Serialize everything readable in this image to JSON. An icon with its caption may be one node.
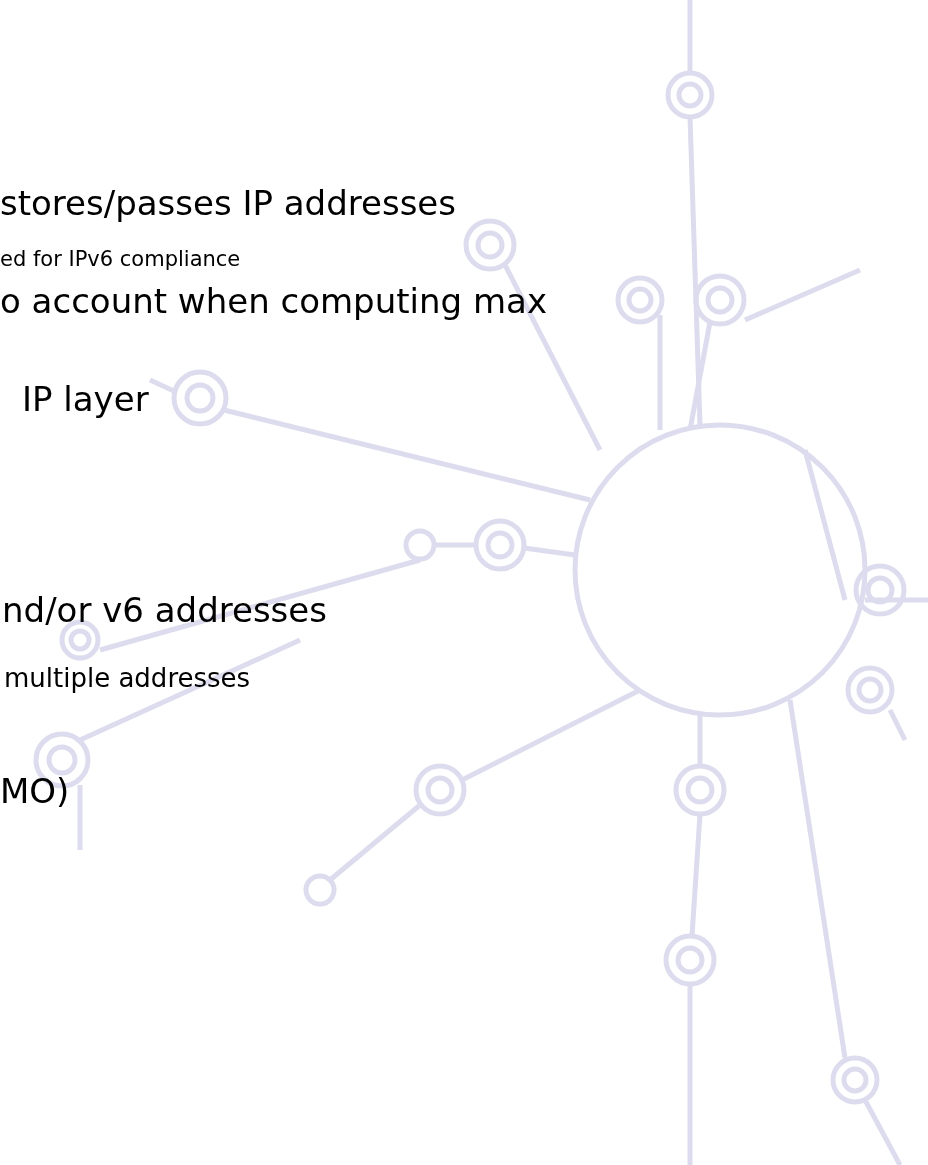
{
  "diagram": {
    "labels": [
      "stores/passes IP addresses",
      "ed for IPv6 compliance",
      "o account when computing max",
      "IP layer",
      "nd/or v6 addresses",
      "multiple addresses",
      "MO)"
    ]
  }
}
